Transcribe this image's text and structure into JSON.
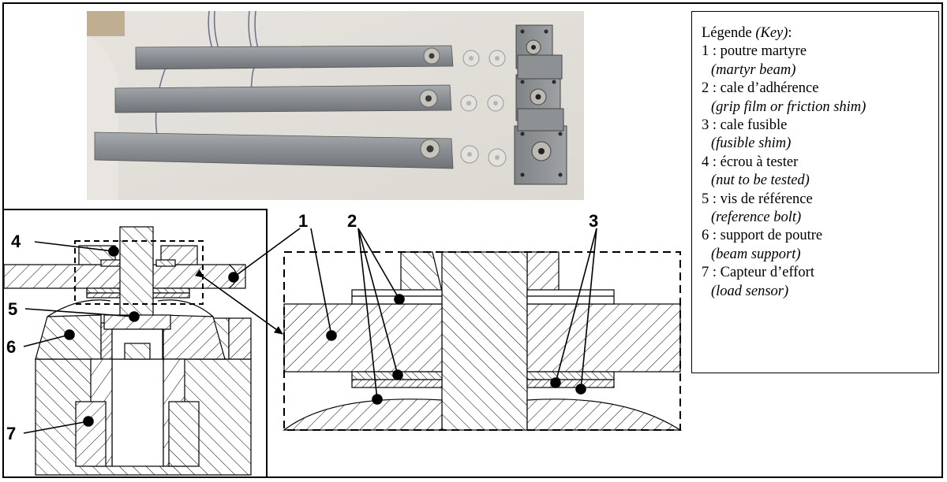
{
  "photo": {
    "name": "beam specimens, washers and support blocks"
  },
  "callouts": [
    "1",
    "2",
    "3",
    "4",
    "5",
    "6",
    "7"
  ],
  "legend": {
    "title_fr": "Légende ",
    "title_en": "(Key)",
    "title_colon": ":",
    "items": [
      {
        "fr": "1 : poutre martyre",
        "en": "(martyr beam)"
      },
      {
        "fr": "2 : cale d’adhérence",
        "en": "(grip film or friction shim)"
      },
      {
        "fr": "3 : cale fusible",
        "en": "(fusible shim)"
      },
      {
        "fr": "4 : écrou à tester",
        "en": "(nut to be tested)"
      },
      {
        "fr": "5 : vis de référence",
        "en": "(reference bolt)"
      },
      {
        "fr": "6 : support de poutre",
        "en": "(beam support)"
      },
      {
        "fr": "7 : Capteur d’effort",
        "en": "(load sensor)"
      }
    ]
  },
  "colors": {
    "line": "#000000",
    "photo_wall": "#d9d2c5",
    "metal": "#8c9094"
  }
}
